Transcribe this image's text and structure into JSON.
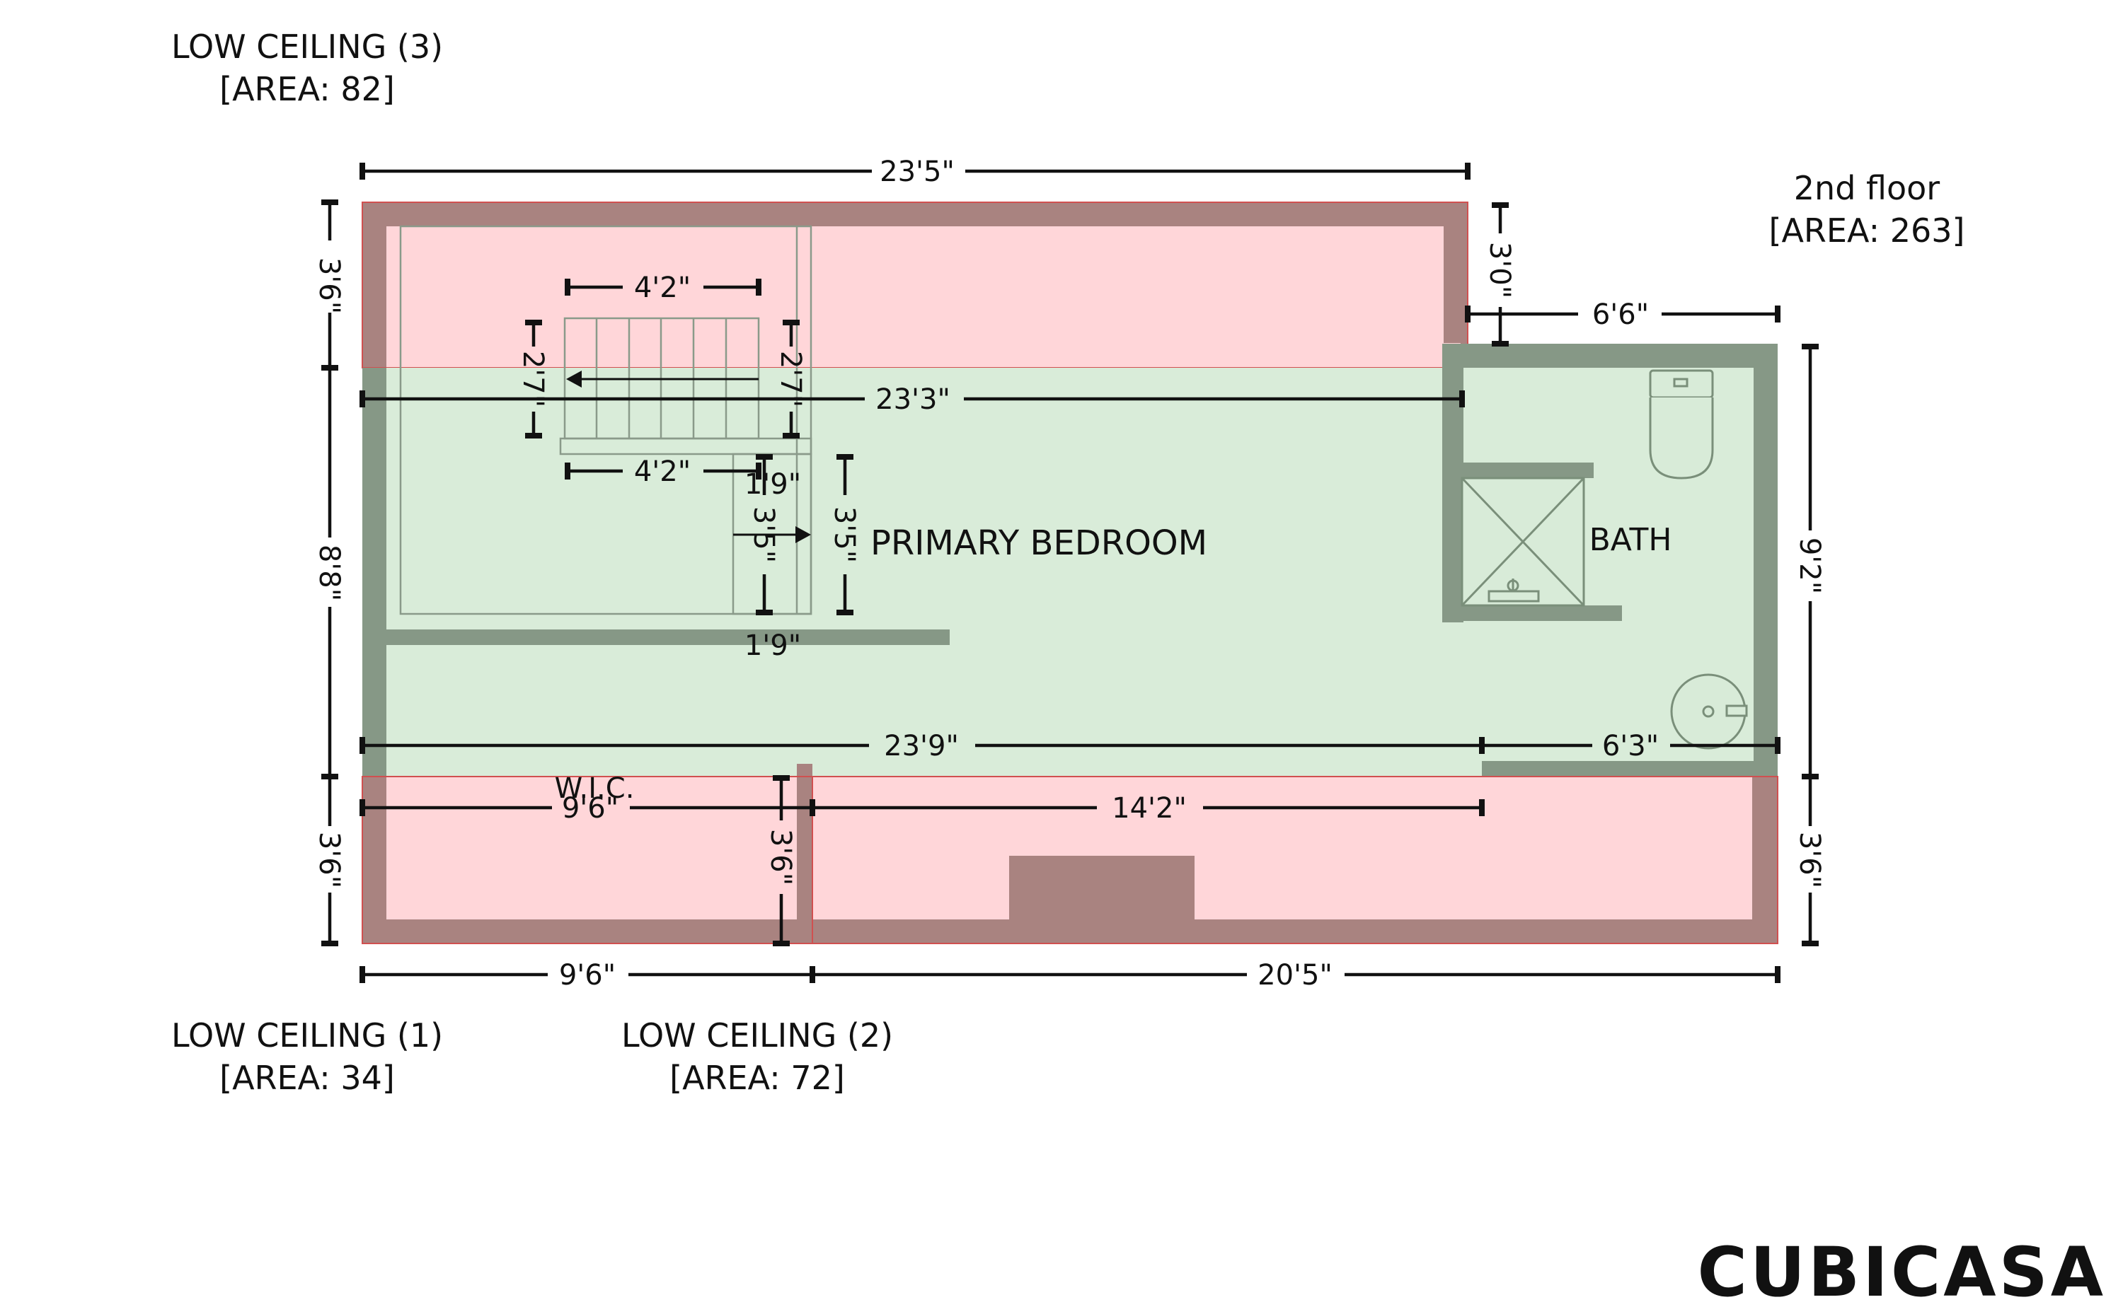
{
  "plan_title": "2nd floor",
  "plan_area": "[AREA: 263]",
  "rooms": {
    "primary_bedroom": "PRIMARY BEDROOM",
    "bath": "BATH",
    "wic": "W.I.C.",
    "low_ceiling_1": {
      "name": "LOW CEILING (1)",
      "area": "[AREA: 34]"
    },
    "low_ceiling_2": {
      "name": "LOW CEILING (2)",
      "area": "[AREA: 72]"
    },
    "low_ceiling_3": {
      "name": "LOW CEILING (3)",
      "area": "[AREA: 82]"
    }
  },
  "dimensions": {
    "top_overall": "23'5\"",
    "top_left_height": "3'6\"",
    "mid_left_height": "8'8\"",
    "bottom_left_height": "3'6\"",
    "bottom_right_height": "3'6\"",
    "right_height": "9'2\"",
    "bath_step": "3'0\"",
    "bath_width_top": "6'6\"",
    "bedroom_upper_width": "23'3\"",
    "bedroom_lower_width": "23'9\"",
    "bath_width_bottom": "6'3\"",
    "wic_width": "9'6\"",
    "low_ceiling_2_width": "14'2\"",
    "wic_height": "3'6\"",
    "bottom_left_width": "9'6\"",
    "bottom_right_width": "20'5\"",
    "stair_top_width": "4'2\"",
    "stair_bottom_width": "4'2\"",
    "stair_left_height": "2'7\"",
    "stair_right_height": "2'7\"",
    "landing_width_top": "1'9\"",
    "landing_width_bottom": "1'9\"",
    "landing_height_inner": "3'5\"",
    "landing_height_outer": "3'5\""
  },
  "brand": "CUBICASA",
  "colors": {
    "low_ceiling_fill": "#ffd6d9",
    "low_ceiling_wall": "#a98380",
    "main_fill": "#d9ecd9",
    "main_wall": "#869886"
  }
}
